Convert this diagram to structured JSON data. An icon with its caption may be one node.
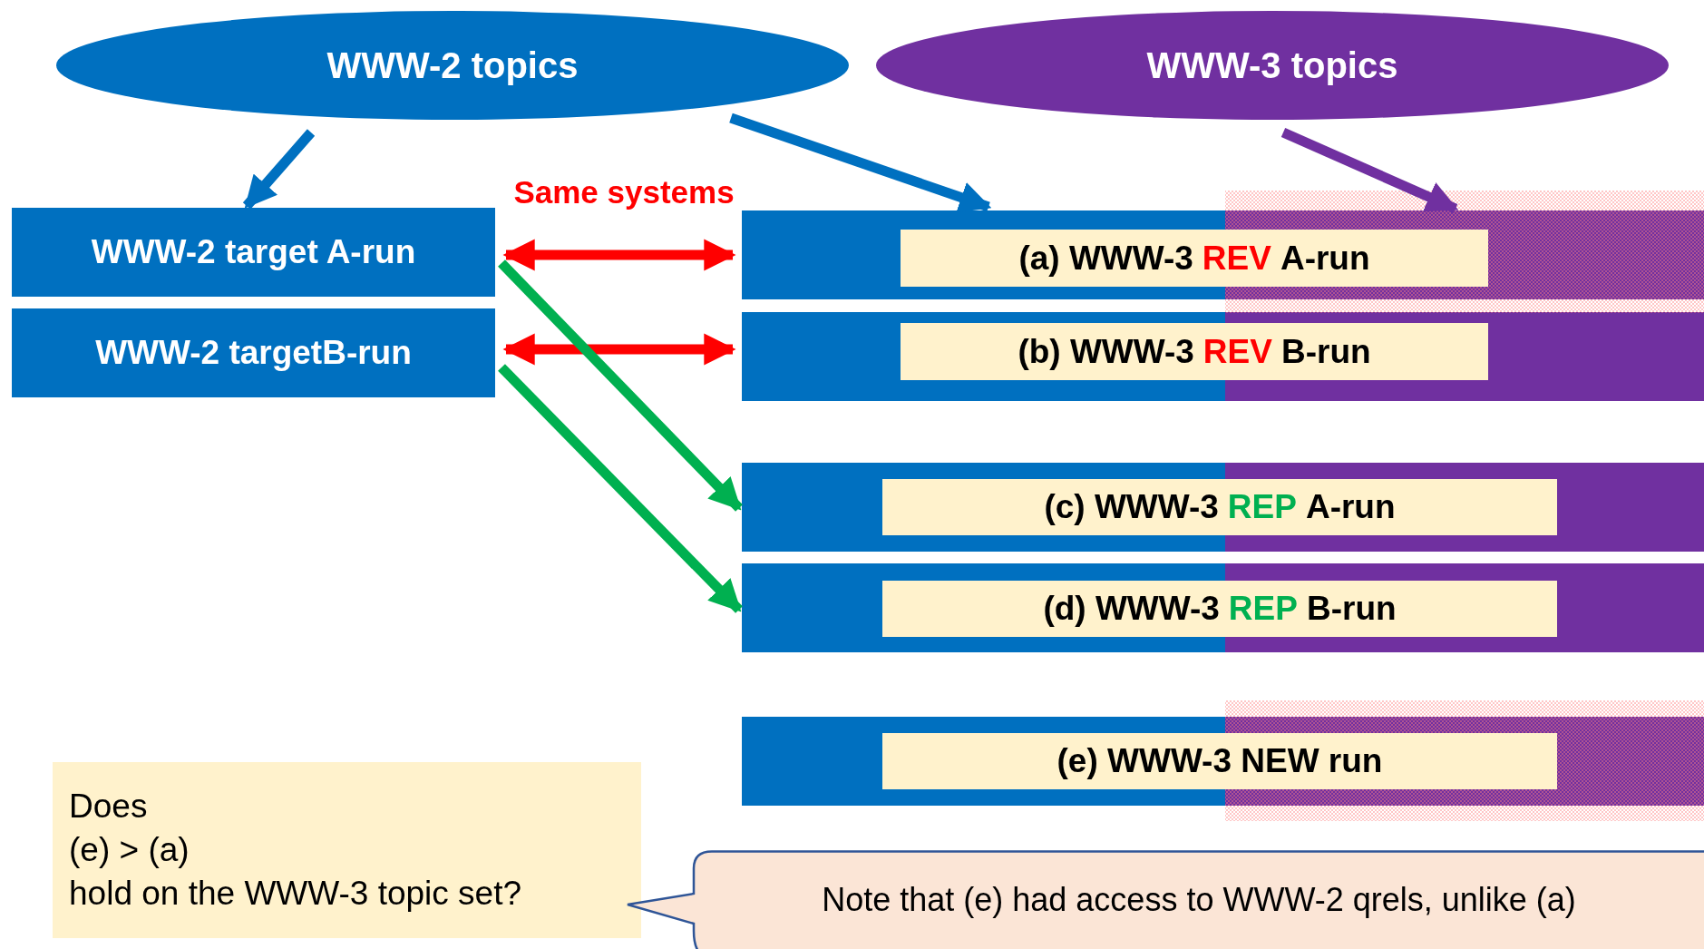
{
  "diagram": {
    "nodes": [
      {
        "text": [
          "WWW-2 topics"
        ]
      },
      {
        "text": [
          "WWW-3 topics"
        ]
      },
      {
        "text": [
          "WWW-2 target A-run"
        ]
      },
      {
        "text": [
          "WWW-2 targetB-run"
        ]
      },
      {
        "text": [],
        "shape": "bar"
      },
      {
        "text": [
          "(a) WWW-3",
          "REV",
          "A-run"
        ],
        "in": 4
      },
      {
        "text": [],
        "shape": "bar"
      },
      {
        "text": [
          "(b) WWW-3",
          "REV",
          "B-run"
        ],
        "in": 6
      },
      {
        "text": [],
        "shape": "bar"
      },
      {
        "text": [
          "(c) WWW-3",
          "REP",
          "A-run"
        ],
        "in": 8
      },
      {
        "text": [],
        "shape": "bar"
      },
      {
        "text": [
          "(d) WWW-3",
          "REP",
          "B-run"
        ],
        "in": 10
      },
      {
        "text": [],
        "shape": "bar"
      },
      {
        "text": [
          "(e) WWW-3 NEW run"
        ],
        "in": 12
      },
      {
        "text": [
          "Does",
          "(e) > (a)",
          "hold on the WWW-3 topic set?"
        ]
      },
      {
        "text": [
          "Note that (e) had access to WWW-2 qrels, unlike (a)"
        ]
      }
    ],
    "edges": [
      {
        "from": 0,
        "to": 2,
        "arrow": "to",
        "color": "#0070c0"
      },
      {
        "from": 0,
        "to": 4,
        "arrow": "to",
        "color": "#0070c0"
      },
      {
        "from": 1,
        "to": 4,
        "arrow": "to",
        "color": "#7030a0"
      },
      {
        "from": 2,
        "to": 4,
        "arrow": "both",
        "label": "Same systems",
        "color": "#ff0000"
      },
      {
        "from": 3,
        "to": 6,
        "arrow": "both",
        "color": "#ff0000"
      },
      {
        "from": 2,
        "to": 8,
        "arrow": "to",
        "color": "#00b050"
      },
      {
        "from": 3,
        "to": 10,
        "arrow": "to",
        "color": "#00b050"
      }
    ]
  }
}
